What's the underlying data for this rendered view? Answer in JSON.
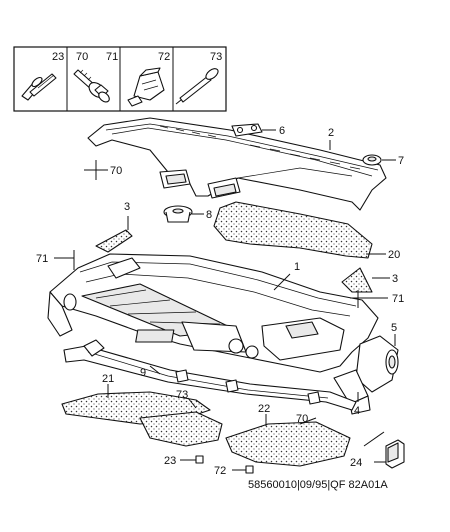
{
  "fastener_box": {
    "labels": [
      "23",
      "70",
      "71",
      "72",
      "73"
    ]
  },
  "callouts": {
    "c1": "1",
    "c2": "2",
    "c3a": "3",
    "c3b": "3",
    "c4": "4",
    "c5": "5",
    "c6": "6",
    "c7": "7",
    "c8": "8",
    "c9": "9",
    "c20": "20",
    "c21": "21",
    "c22": "22",
    "c23": "23",
    "c24": "24",
    "c70a": "70",
    "c70b": "70",
    "c71a": "71",
    "c71b": "71",
    "c72": "72",
    "c73": "73"
  },
  "reference": "58560010|09/95|QF 82A01A"
}
